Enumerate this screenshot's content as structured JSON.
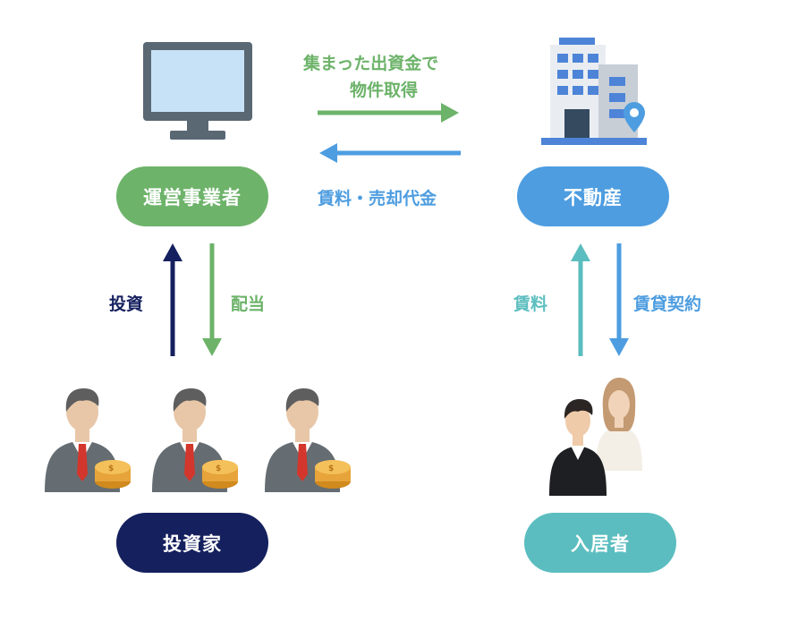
{
  "nodes": {
    "operator": "運営事業者",
    "real_estate": "不動産",
    "investors": "投資家",
    "tenants": "入居者"
  },
  "flows": {
    "acquisition_line1": "集まった出資金で",
    "acquisition_line2": "物件取得",
    "rent_and_sale": "賃料・売却代金",
    "investment": "投資",
    "dividend": "配当",
    "rent": "賃料",
    "lease_contract": "賃貸契約"
  },
  "colors": {
    "green": "#6db36a",
    "blue": "#4d9de0",
    "navy": "#15205e",
    "teal": "#5bbdbf"
  },
  "icons": [
    "computer-monitor-icon",
    "office-building-icon",
    "investor-with-coins-icon",
    "tenant-couple-icon"
  ]
}
